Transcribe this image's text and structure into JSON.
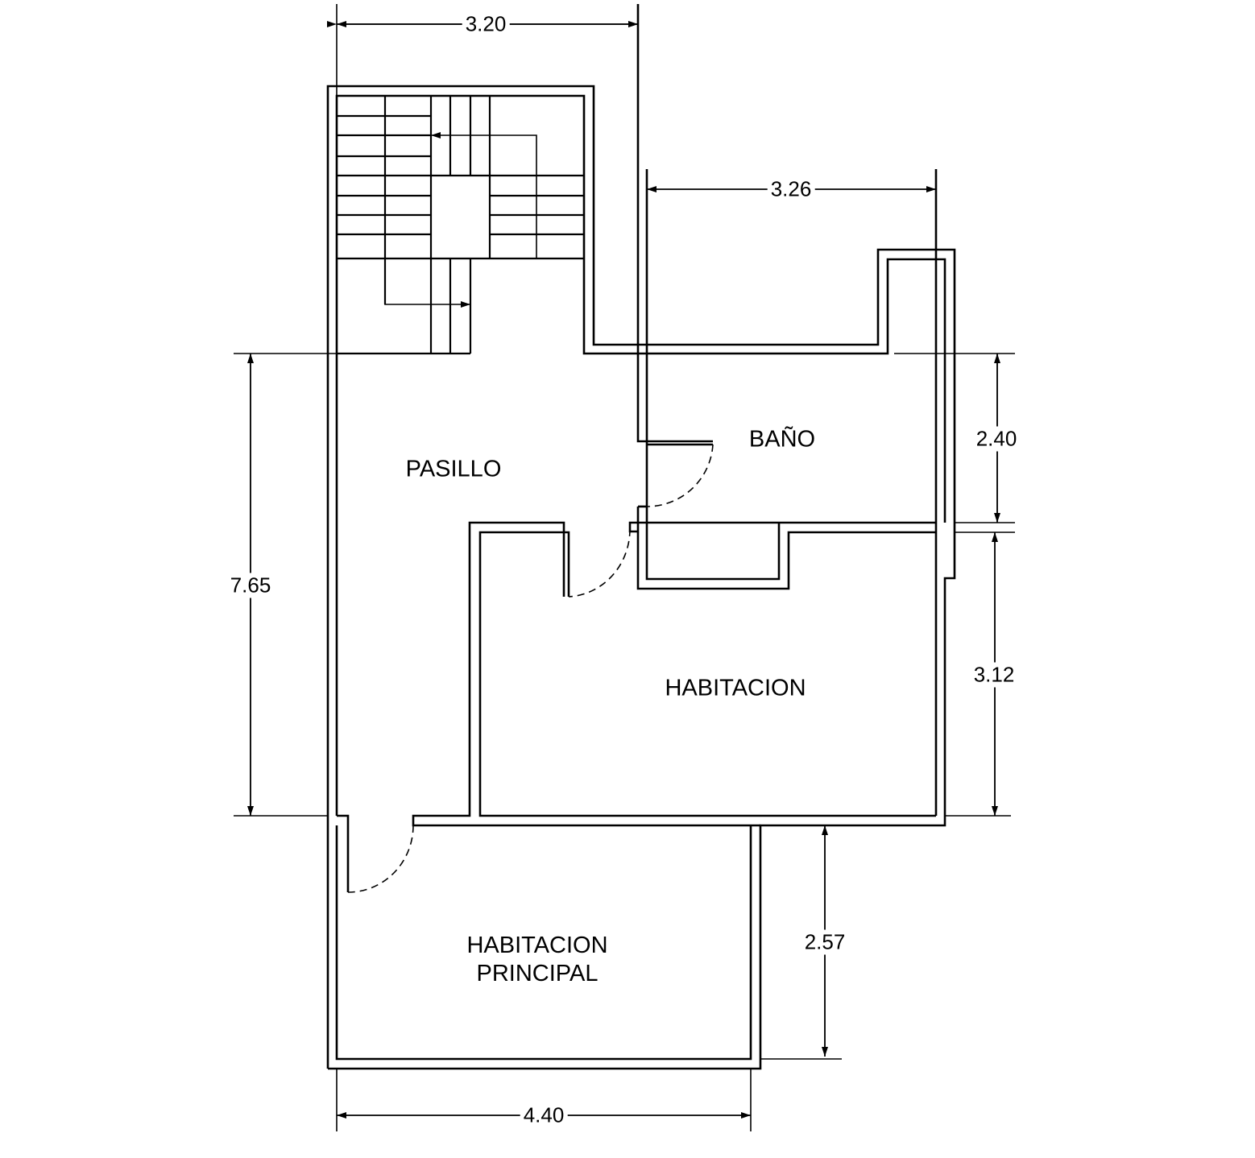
{
  "rooms": {
    "pasillo": "PASILLO",
    "bano": "BAÑO",
    "habitacion": "HABITACION",
    "principal_line1": "HABITACION",
    "principal_line2": "PRINCIPAL"
  },
  "dimensions": {
    "top_stair_width": "3.20",
    "bano_width": "3.26",
    "bano_height": "2.40",
    "habitacion_height": "3.12",
    "pasillo_height": "7.65",
    "principal_height": "2.57",
    "principal_width": "4.40"
  }
}
